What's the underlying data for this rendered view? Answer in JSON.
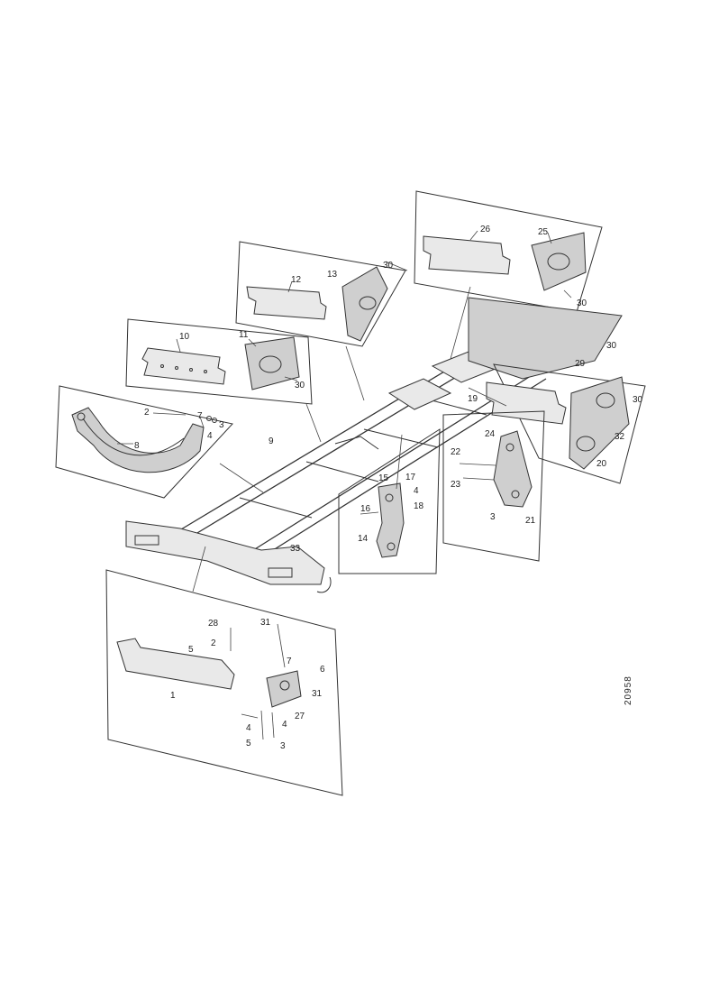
{
  "diagram": {
    "reference_code": "20958",
    "callouts": {
      "c2a": "2",
      "c7a": "7",
      "c4a": "4",
      "c3a": "3",
      "c8": "8",
      "c10": "10",
      "c11": "11",
      "c30a": "30",
      "c12": "12",
      "c13": "13",
      "c30b": "30",
      "c26": "26",
      "c25": "25",
      "c30c": "30",
      "c9": "9",
      "c30d": "30",
      "c29": "29",
      "c19": "19",
      "c30e": "30",
      "c32": "32",
      "c20": "20",
      "c15": "15",
      "c16": "16",
      "c17": "17",
      "c4b": "4",
      "c18": "18",
      "c14": "14",
      "c22": "22",
      "c24": "24",
      "c23": "23",
      "c3b": "3",
      "c21": "21",
      "c33": "33",
      "c28": "28",
      "c2b": "2",
      "c5a": "5",
      "c31a": "31",
      "c7b": "7",
      "c6": "6",
      "c1": "1",
      "c31b": "31",
      "c27": "27",
      "c4c": "4",
      "c4d": "4",
      "c5b": "5",
      "c3c": "3"
    }
  }
}
